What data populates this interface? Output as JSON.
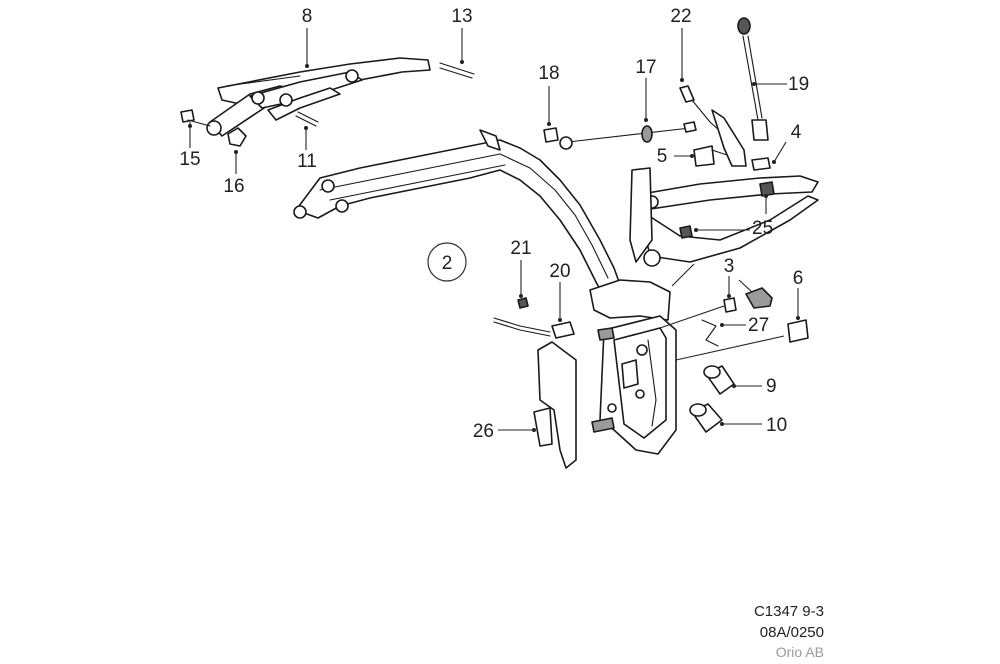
{
  "diagram": {
    "callouts": [
      {
        "id": "8",
        "label": "8"
      },
      {
        "id": "13",
        "label": "13"
      },
      {
        "id": "15",
        "label": "15"
      },
      {
        "id": "16",
        "label": "16"
      },
      {
        "id": "11",
        "label": "11"
      },
      {
        "id": "18",
        "label": "18"
      },
      {
        "id": "17",
        "label": "17"
      },
      {
        "id": "22",
        "label": "22"
      },
      {
        "id": "19",
        "label": "19"
      },
      {
        "id": "4",
        "label": "4"
      },
      {
        "id": "5",
        "label": "5"
      },
      {
        "id": "25",
        "label": "25"
      },
      {
        "id": "2",
        "label": "2"
      },
      {
        "id": "21",
        "label": "21"
      },
      {
        "id": "20",
        "label": "20"
      },
      {
        "id": "3",
        "label": "3"
      },
      {
        "id": "6",
        "label": "6"
      },
      {
        "id": "27",
        "label": "27"
      },
      {
        "id": "9",
        "label": "9"
      },
      {
        "id": "10",
        "label": "10"
      },
      {
        "id": "26",
        "label": "26"
      }
    ]
  },
  "footer": {
    "drawing_number": "C1347 9-3",
    "revision": "08A/0250",
    "publisher": "Orio AB"
  }
}
